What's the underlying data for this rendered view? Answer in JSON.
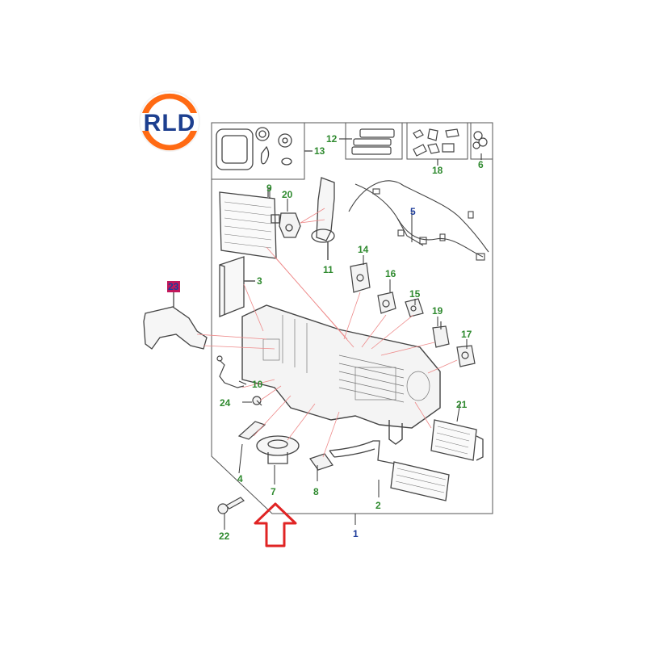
{
  "logo": {
    "text": "RLD",
    "ring_color": "#ff6a13",
    "text_color": "#1d3f8f"
  },
  "colors": {
    "callout_green": "#2f8a2f",
    "callout_blue": "#1e3c9a",
    "leader_red": "#ee8a8a",
    "outline": "#444444",
    "arrow_red": "#e02424",
    "part_23_bg": "#c2185b"
  },
  "parts": [
    {
      "id": "p1",
      "label": "1",
      "color": "blue"
    },
    {
      "id": "p2",
      "label": "2",
      "color": "green"
    },
    {
      "id": "p3",
      "label": "3",
      "color": "green"
    },
    {
      "id": "p4",
      "label": "4",
      "color": "green"
    },
    {
      "id": "p5",
      "label": "5",
      "color": "blue"
    },
    {
      "id": "p6",
      "label": "6",
      "color": "green"
    },
    {
      "id": "p7",
      "label": "7",
      "color": "green"
    },
    {
      "id": "p8",
      "label": "8",
      "color": "green"
    },
    {
      "id": "p9",
      "label": "9",
      "color": "green"
    },
    {
      "id": "p10",
      "label": "10",
      "color": "green"
    },
    {
      "id": "p11",
      "label": "11",
      "color": "green"
    },
    {
      "id": "p12",
      "label": "12",
      "color": "green"
    },
    {
      "id": "p13",
      "label": "13",
      "color": "green"
    },
    {
      "id": "p14",
      "label": "14",
      "color": "green"
    },
    {
      "id": "p15",
      "label": "15",
      "color": "green"
    },
    {
      "id": "p16",
      "label": "16",
      "color": "green"
    },
    {
      "id": "p17",
      "label": "17",
      "color": "green"
    },
    {
      "id": "p18",
      "label": "18",
      "color": "green"
    },
    {
      "id": "p19",
      "label": "19",
      "color": "green"
    },
    {
      "id": "p20",
      "label": "20",
      "color": "green"
    },
    {
      "id": "p21",
      "label": "21",
      "color": "green"
    },
    {
      "id": "p22",
      "label": "22",
      "color": "green"
    },
    {
      "id": "p23",
      "label": "23",
      "color": "highlight"
    },
    {
      "id": "p24",
      "label": "24",
      "color": "green"
    }
  ]
}
